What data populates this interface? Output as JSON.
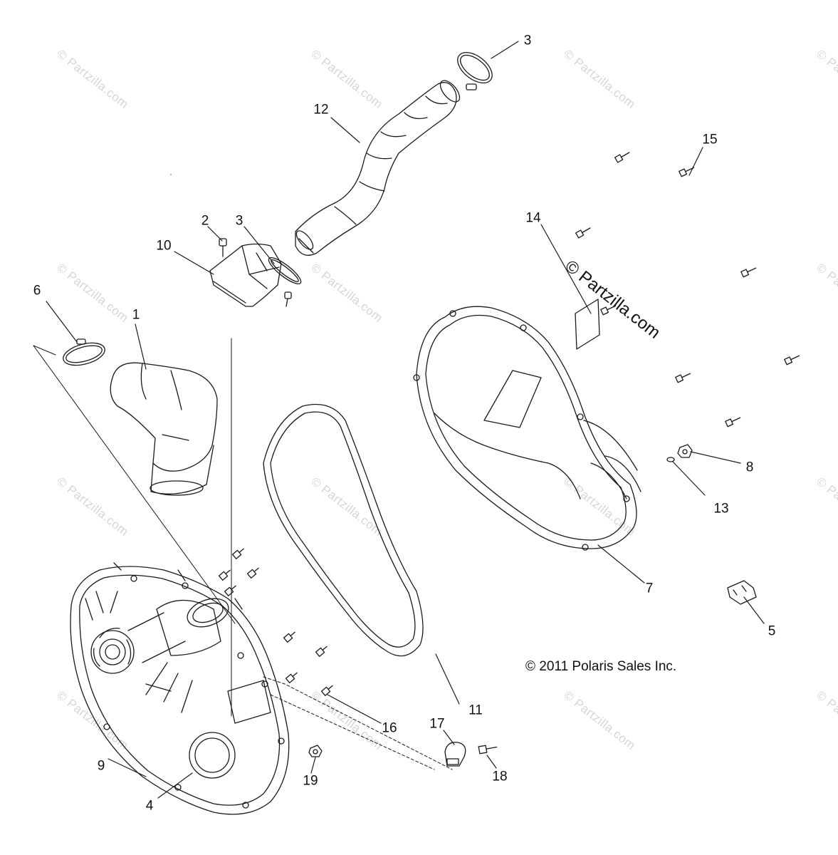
{
  "watermark": {
    "text": "© Partzilla.com",
    "overlay_text": "© Partzilla.com"
  },
  "copyright": "© 2011 Polaris Sales Inc.",
  "callouts": [
    {
      "id": "1",
      "label": "1"
    },
    {
      "id": "2",
      "label": "2"
    },
    {
      "id": "3a",
      "label": "3"
    },
    {
      "id": "3b",
      "label": "3"
    },
    {
      "id": "4",
      "label": "4"
    },
    {
      "id": "5",
      "label": "5"
    },
    {
      "id": "6",
      "label": "6"
    },
    {
      "id": "7",
      "label": "7"
    },
    {
      "id": "8",
      "label": "8"
    },
    {
      "id": "9",
      "label": "9"
    },
    {
      "id": "10",
      "label": "10"
    },
    {
      "id": "11",
      "label": "11"
    },
    {
      "id": "12",
      "label": "12"
    },
    {
      "id": "13",
      "label": "13"
    },
    {
      "id": "14",
      "label": "14"
    },
    {
      "id": "15",
      "label": "15"
    },
    {
      "id": "16",
      "label": "16"
    },
    {
      "id": "17",
      "label": "17"
    },
    {
      "id": "18",
      "label": "18"
    },
    {
      "id": "19",
      "label": "19"
    }
  ],
  "colors": {
    "line": "#1a1a1a",
    "watermark": "#d6d6d6",
    "background": "#ffffff"
  }
}
